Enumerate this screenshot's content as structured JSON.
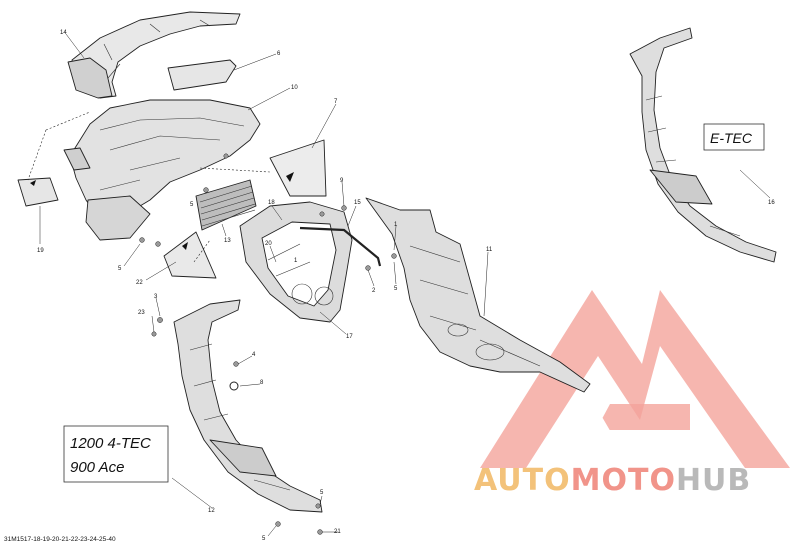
{
  "diagram_code": "31M1517-18-19-20-21-22-23-24-25-40",
  "model_box": {
    "line1": "1200 4-TEC",
    "line2": "900 Ace"
  },
  "etec_box": {
    "text": "E-TEC"
  },
  "callouts": {
    "c14": "14",
    "c6": "6",
    "c10": "10",
    "c7": "7",
    "c9": "9",
    "c19": "19",
    "c5a": "5",
    "c13": "13",
    "c5b": "5",
    "c22": "22",
    "c18": "18",
    "c15": "15",
    "c20": "20",
    "c1a": "1",
    "c1b": "1",
    "c2": "2",
    "c5c": "5",
    "c11": "11",
    "c3": "3",
    "c23": "23",
    "c17": "17",
    "c4": "4",
    "c8": "8",
    "c16": "16",
    "c12": "12",
    "c5d": "5",
    "c21": "21",
    "c5e": "5"
  },
  "watermark": {
    "part1": "AUTO",
    "part2": "MOTO",
    "part3": "HUB"
  },
  "colors": {
    "watermark_orange": "#f3c27a",
    "watermark_red": "#f1948a",
    "watermark_grey": "#b9b9b9",
    "part_fill": "#e4e4e4"
  }
}
